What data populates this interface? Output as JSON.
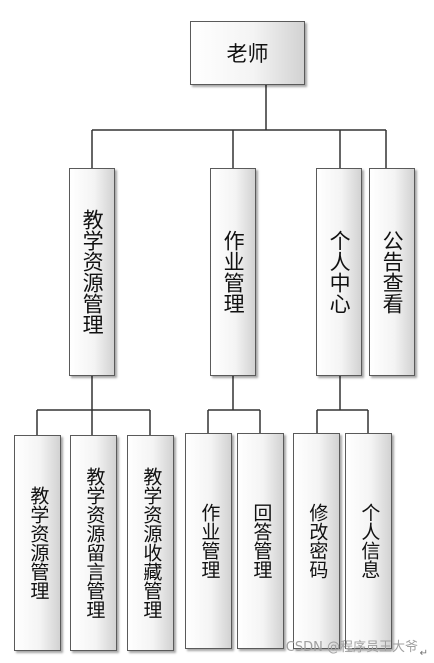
{
  "root": {
    "label": "老师"
  },
  "modules": [
    {
      "label": "教学资源管理"
    },
    {
      "label": "作业管理"
    },
    {
      "label": "个人中心"
    },
    {
      "label": "公告查看"
    }
  ],
  "submodules": [
    {
      "label": "教学资源管理"
    },
    {
      "label": "教学资源留言管理"
    },
    {
      "label": "教学资源收藏管理"
    },
    {
      "label": "作业管理"
    },
    {
      "label": "回答管理"
    },
    {
      "label": "修改密码"
    },
    {
      "label": "个人信息"
    }
  ],
  "watermark": "CSDN @程序员王大爷",
  "line_color": "#333333"
}
